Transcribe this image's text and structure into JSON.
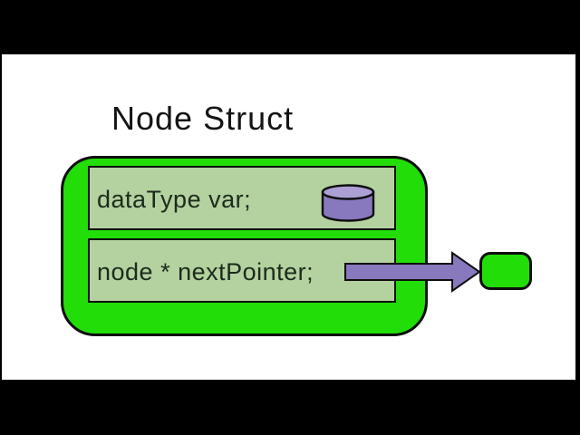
{
  "title": "Node Struct",
  "struct": {
    "fields": [
      {
        "label": "dataType var;",
        "icon": "database-cylinder-icon"
      },
      {
        "label": "node * nextPointer;",
        "icon": "pointer-arrow-icon"
      }
    ]
  },
  "colors": {
    "letterbox": "#000000",
    "slide_bg": "#ffffff",
    "bright_green": "#22dd08",
    "field_green": "#b4d1a0",
    "purple": "#8878be",
    "purple_light": "#ab9fd4",
    "outline": "#0d0d0d",
    "text": "#1c2b1c",
    "title_text": "#141414"
  }
}
